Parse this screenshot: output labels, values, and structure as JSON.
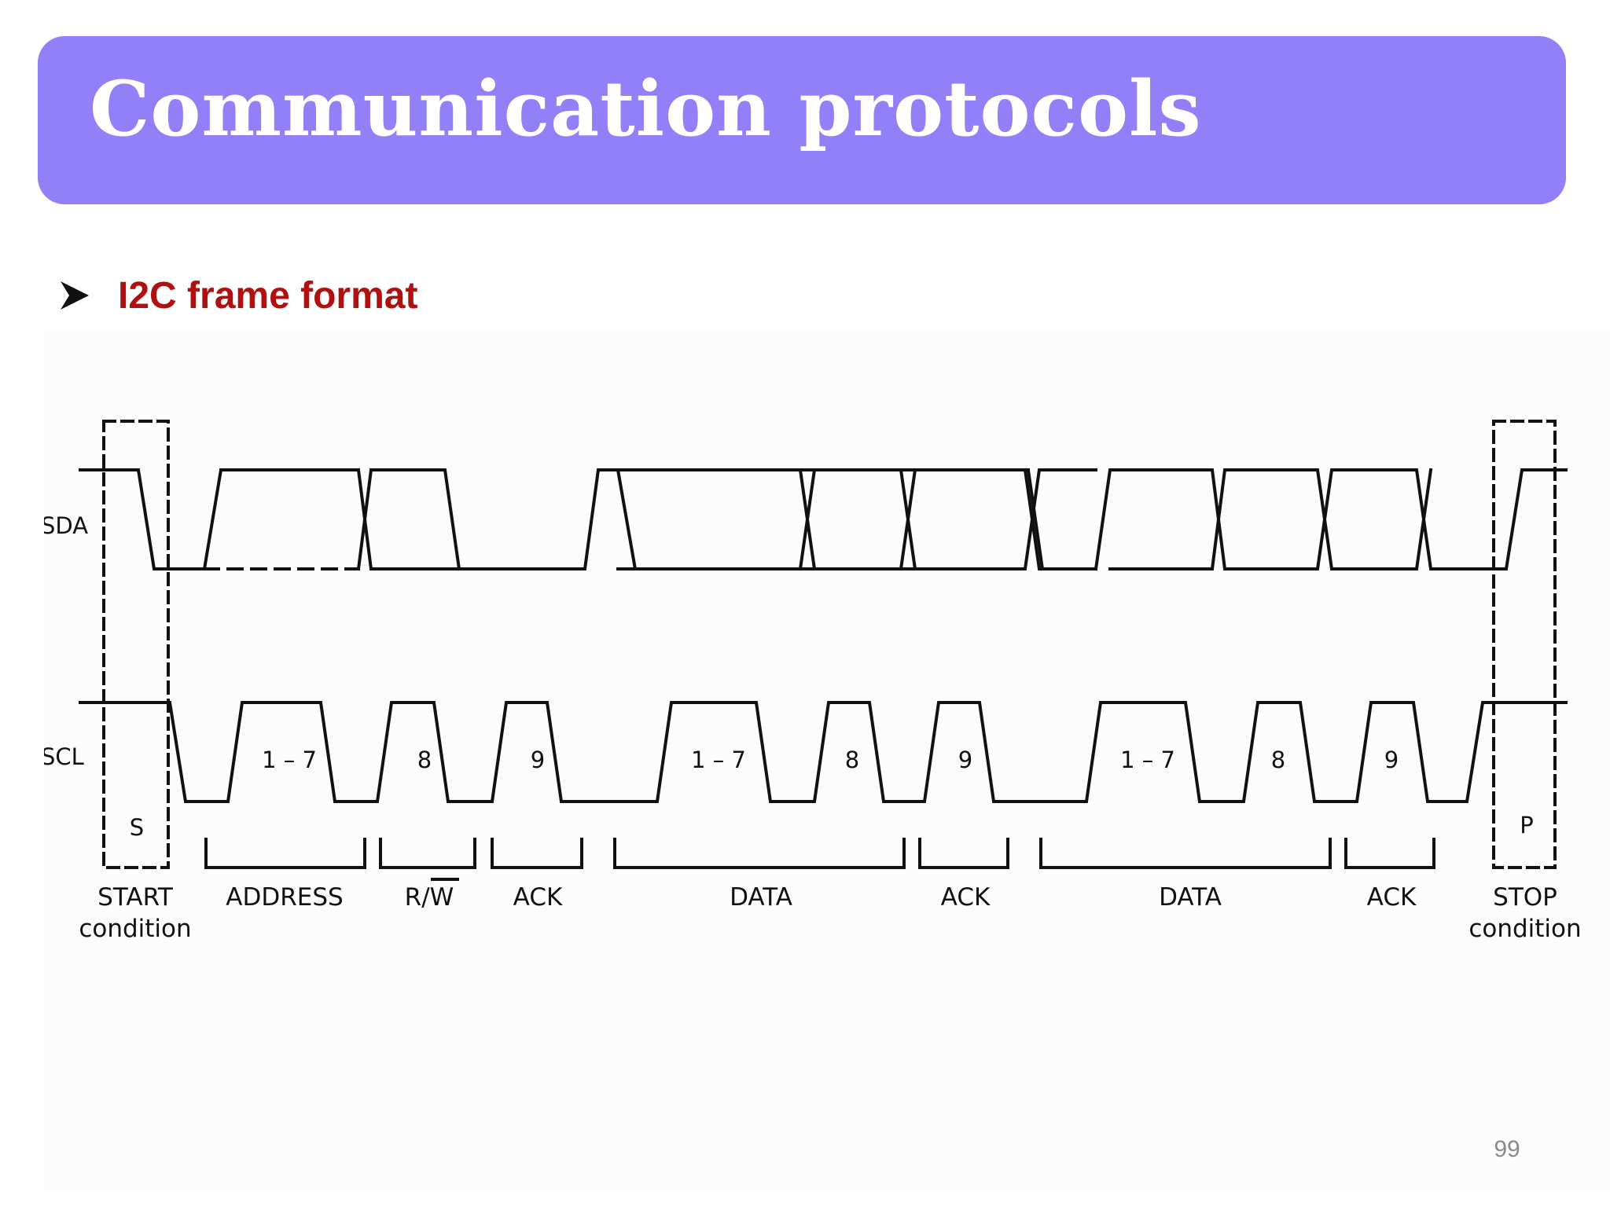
{
  "slide": {
    "title": "Communication protocols",
    "bullet_icon": "arrow-bullet-icon",
    "subtitle": "I2C frame format",
    "page_number": "99",
    "colors": {
      "title_bar": "#9180f8",
      "title_text": "#ffffff",
      "subtitle": "#b01010",
      "page_number": "#8a8a8a",
      "diagram_ink": "#111111"
    }
  },
  "diagram": {
    "signals": {
      "sda": "SDA",
      "scl": "SCL"
    },
    "condition_marks": {
      "start": "S",
      "stop": "P"
    },
    "clock_labels": [
      "1 – 7",
      "8",
      "9",
      "1 – 7",
      "8",
      "9",
      "1 – 7",
      "8",
      "9"
    ],
    "segments": [
      {
        "line1": "START",
        "line2": "condition"
      },
      {
        "line1": "ADDRESS"
      },
      {
        "line1": "R/W"
      },
      {
        "line1": "ACK"
      },
      {
        "line1": "DATA"
      },
      {
        "line1": "ACK"
      },
      {
        "line1": "DATA"
      },
      {
        "line1": "ACK"
      },
      {
        "line1": "STOP",
        "line2": "condition"
      }
    ]
  }
}
